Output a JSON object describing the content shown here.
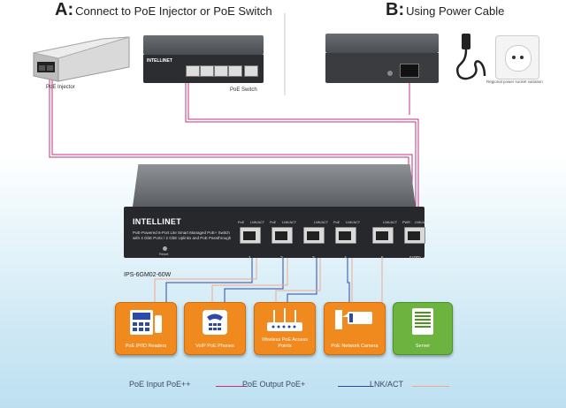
{
  "section_a": {
    "letter": "A:",
    "title": "Connect to PoE Injector or PoE Switch"
  },
  "section_b": {
    "letter": "B:",
    "title": "Using Power Cable"
  },
  "injector_label": "PoE Injector",
  "poe_switch_label": "PoE Switch",
  "socket_label": "Regional power socket variation",
  "switch": {
    "brand": "INTELLINET",
    "description_line1": "PoE-Powered 6-Port Lite Smart Managed PoE+ Switch",
    "description_line2": "with 4 GbE Ports / 2 GbE Uplinks and PoE Passthrough",
    "reset_label": "Reset",
    "model": "IPS-6GM02-60W",
    "ports": [
      {
        "num": "1",
        "poe": "PoE",
        "lnk": "LNK/ACT"
      },
      {
        "num": "2",
        "poe": "PoE",
        "lnk": "LNK/ACT"
      },
      {
        "num": "3",
        "poe": "",
        "lnk": "LNK/ACT"
      },
      {
        "num": "4",
        "poe": "PoE",
        "lnk": "LNK/ACT"
      },
      {
        "num": "5",
        "poe": "",
        "lnk": "LNK/ACT"
      },
      {
        "num": "6(PD)",
        "poe": "PWR",
        "lnk": "LNK/ACT"
      }
    ]
  },
  "devices": [
    {
      "label": "PoE IP/ID Readers",
      "color": "#f08a1e"
    },
    {
      "label": "VoIP PoE Phones",
      "color": "#f08a1e"
    },
    {
      "label": "Wireless PoE Access Points",
      "color": "#f08a1e"
    },
    {
      "label": "PoE Network Camera",
      "color": "#f08a1e"
    },
    {
      "label": "Server",
      "color": "#6cb33f"
    }
  ],
  "legend": [
    {
      "label": "PoE Input  PoE++",
      "color": "#c0317a"
    },
    {
      "label": "PoE Output  PoE+",
      "color": "#2d4aa6"
    },
    {
      "label": "LNK/ACT",
      "color": "#f4a889"
    }
  ]
}
